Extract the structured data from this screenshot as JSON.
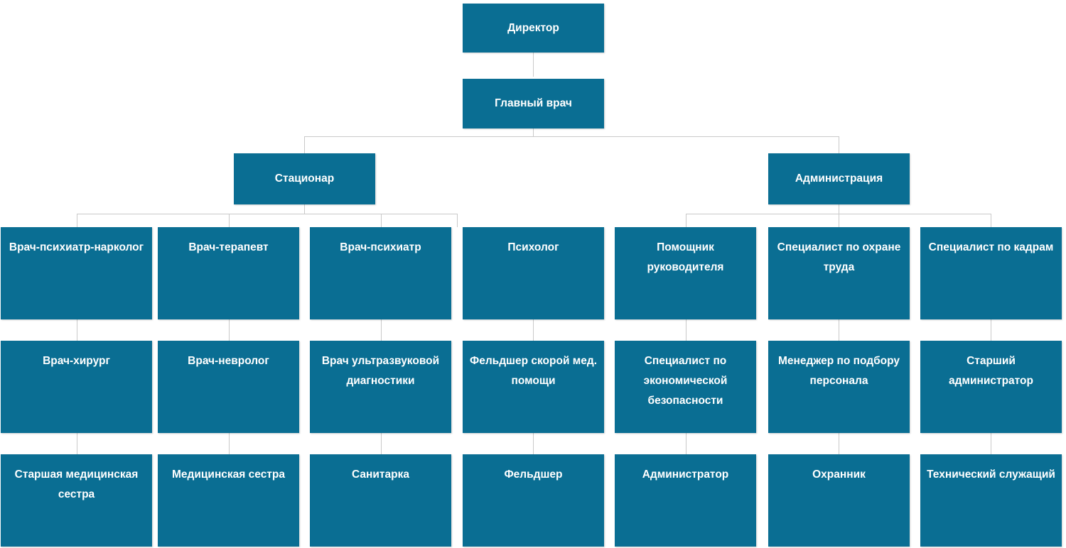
{
  "chart_data": {
    "type": "diagram",
    "title": "",
    "diagram_kind": "organizational-chart",
    "orientation": "top-down",
    "colors": {
      "node_fill": "#0a6e93",
      "node_text": "#ffffff",
      "connector": "#c9c9c9",
      "background": "#ffffff"
    },
    "levels": [
      {
        "level": 0,
        "labels": [
          "Директор"
        ]
      },
      {
        "level": 1,
        "labels": [
          "Главный врач"
        ]
      },
      {
        "level": 2,
        "labels": [
          "Стационар",
          "Администрация"
        ]
      },
      {
        "level": 3,
        "labels": [
          "Врач-психиатр-нарколог",
          "Врач-терапевт",
          "Врач-психиатр",
          "Психолог",
          "Помощник руководителя",
          "Специалист по охране труда",
          "Специалист по кадрам"
        ]
      },
      {
        "level": 4,
        "labels": [
          "Врач-хирург",
          "Врач-невролог",
          "Врач ультразвуковой диагностики",
          "Фельдшер скорой мед. помощи",
          "Специалист по экономической безопасности",
          "Менеджер по подбору персонала",
          "Старший администратор"
        ]
      },
      {
        "level": 5,
        "labels": [
          "Старшая медицинская сестра",
          "Медицинская сестра",
          "Санитарка",
          "Фельдшер",
          "Администратор",
          "Охранник",
          "Технический служащий"
        ]
      }
    ],
    "edges": [
      {
        "from": "Директор",
        "to": "Главный врач"
      },
      {
        "from": "Главный врач",
        "to": "Стационар"
      },
      {
        "from": "Главный врач",
        "to": "Администрация"
      },
      {
        "from": "Стационар",
        "to": "Врач-психиатр-нарколог"
      },
      {
        "from": "Стационар",
        "to": "Врач-терапевт"
      },
      {
        "from": "Стационар",
        "to": "Врач-психиатр"
      },
      {
        "from": "Стационар",
        "to": "Психолог"
      },
      {
        "from": "Администрация",
        "to": "Помощник руководителя"
      },
      {
        "from": "Администрация",
        "to": "Специалист по охране труда"
      },
      {
        "from": "Администрация",
        "to": "Специалист по кадрам"
      },
      {
        "from": "Врач-психиатр-нарколог",
        "to": "Врач-хирург"
      },
      {
        "from": "Врач-терапевт",
        "to": "Врач-невролог"
      },
      {
        "from": "Врач-психиатр",
        "to": "Врач ультразвуковой диагностики"
      },
      {
        "from": "Психолог",
        "to": "Фельдшер скорой мед. помощи"
      },
      {
        "from": "Помощник руководителя",
        "to": "Специалист по экономической безопасности"
      },
      {
        "from": "Специалист по охране труда",
        "to": "Менеджер по подбору персонала"
      },
      {
        "from": "Специалист по кадрам",
        "to": "Старший администратор"
      },
      {
        "from": "Врач-хирург",
        "to": "Старшая медицинская сестра"
      },
      {
        "from": "Врач-невролог",
        "to": "Медицинская сестра"
      },
      {
        "from": "Врач ультразвуковой диагностики",
        "to": "Санитарка"
      },
      {
        "from": "Фельдшер скорой мед. помощи",
        "to": "Фельдшер"
      },
      {
        "from": "Специалист по экономической безопасности",
        "to": "Администратор"
      },
      {
        "from": "Менеджер по подбору персонала",
        "to": "Охранник"
      },
      {
        "from": "Старший администратор",
        "to": "Технический служащий"
      }
    ]
  },
  "nodes": {
    "director": "Директор",
    "chief_doctor": "Главный врач",
    "inpatient": "Стационар",
    "administration": "Администрация",
    "r1c1": "Врач-психиатр-нарколог",
    "r1c2": "Врач-терапевт",
    "r1c3": "Врач-психиатр",
    "r1c4": "Психолог",
    "r1c5": "Помощник руководителя",
    "r1c6": "Специалист по охране труда",
    "r1c7": "Специалист по кадрам",
    "r2c1": "Врач-хирург",
    "r2c2": "Врач-невролог",
    "r2c3": "Врач ультразвуковой диагностики",
    "r2c4": "Фельдшер скорой мед. помощи",
    "r2c5": "Специалист по экономической безопасности",
    "r2c6": "Менеджер по подбору персонала",
    "r2c7": "Старший администратор",
    "r3c1": "Старшая медицинская сестра",
    "r3c2": "Медицинская сестра",
    "r3c3": "Санитарка",
    "r3c4": "Фельдшер",
    "r3c5": "Администратор",
    "r3c6": "Охранник",
    "r3c7": "Технический служащий"
  }
}
